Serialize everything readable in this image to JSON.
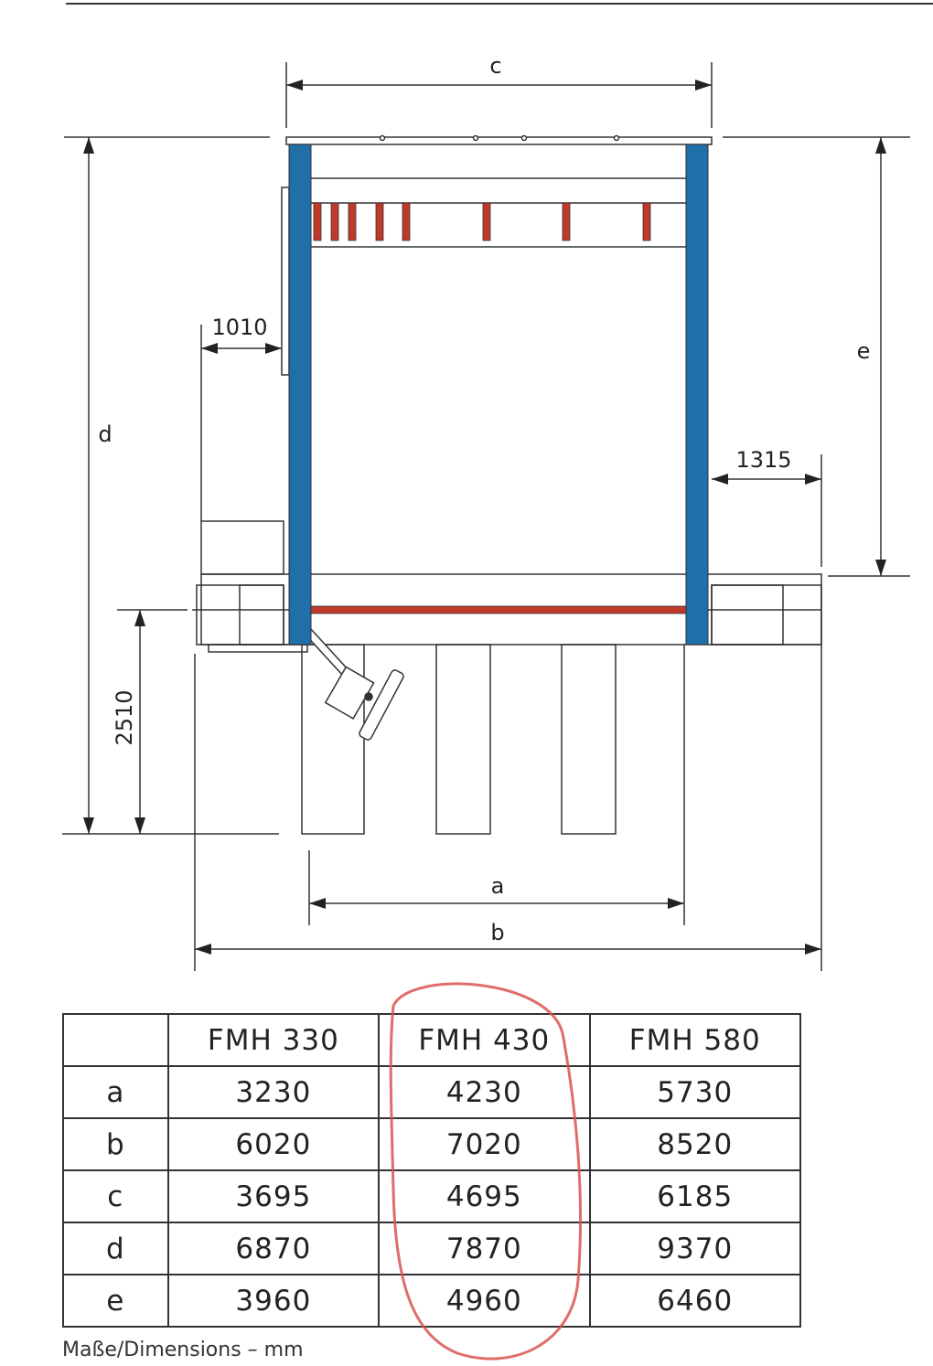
{
  "drawing": {
    "dim_labels": {
      "a": "a",
      "b": "b",
      "c": "c",
      "d": "d",
      "e": "e"
    },
    "fixed_dims": {
      "left_clearance": "1010",
      "right_clearance": "1315",
      "height": "2510"
    },
    "colors": {
      "frame": "#1f6fa8",
      "bars": "#c0392b",
      "lines": "#333333",
      "highlight": "#d9534f"
    }
  },
  "table": {
    "headers": [
      "",
      "FMH 330",
      "FMH 430",
      "FMH 580"
    ],
    "rows": [
      {
        "label": "a",
        "values": [
          "3230",
          "4230",
          "5730"
        ]
      },
      {
        "label": "b",
        "values": [
          "6020",
          "7020",
          "8520"
        ]
      },
      {
        "label": "c",
        "values": [
          "3695",
          "4695",
          "6185"
        ]
      },
      {
        "label": "d",
        "values": [
          "6870",
          "7870",
          "9370"
        ]
      },
      {
        "label": "e",
        "values": [
          "3960",
          "4960",
          "6460"
        ]
      }
    ],
    "highlighted_column": "FMH 430"
  },
  "caption": "Maße/Dimensions – mm"
}
